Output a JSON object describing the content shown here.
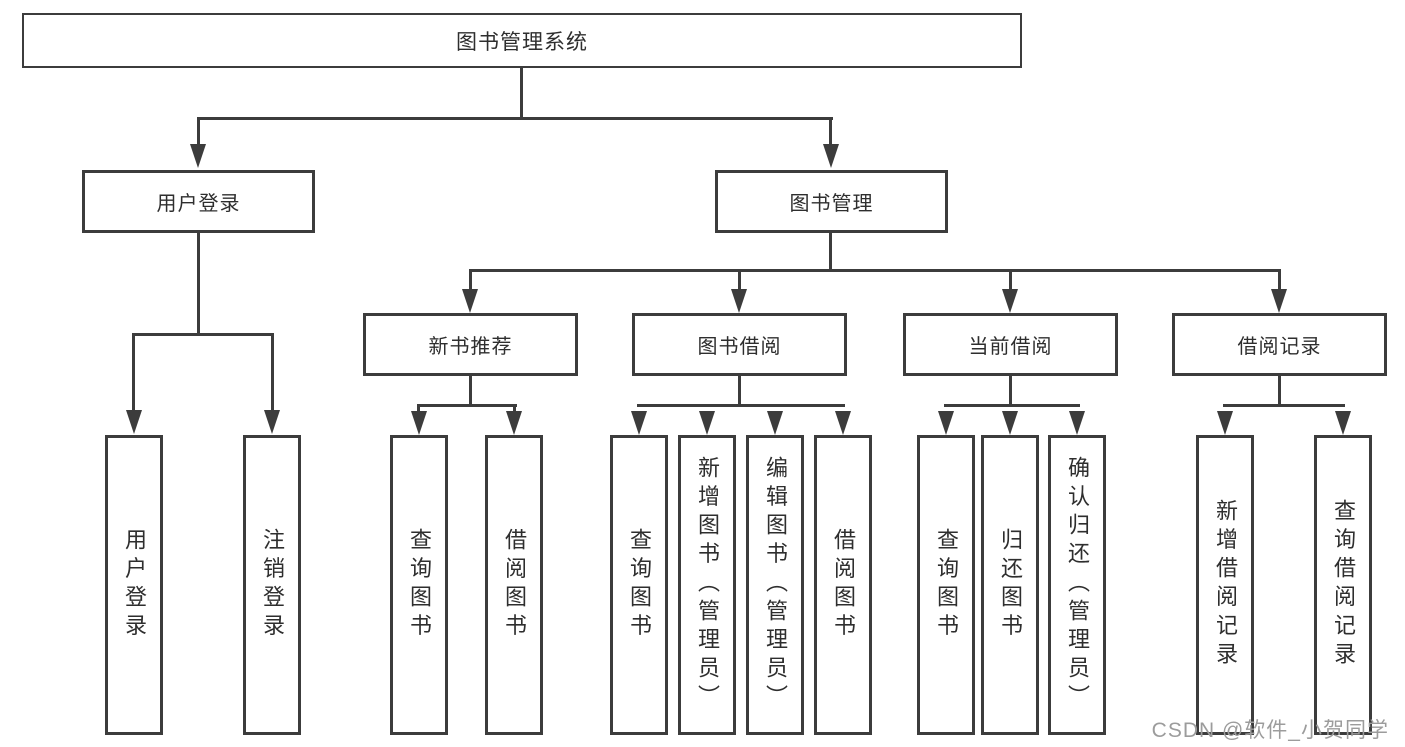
{
  "colors": {
    "line": "#3c3c3c",
    "text": "#2e2e2e",
    "watermark": "#9c9c9c",
    "background": "#ffffff"
  },
  "nodes": {
    "root": "图书管理系统",
    "user_login": "用户登录",
    "book_management": "图书管理",
    "new_book_recommend": "新书推荐",
    "book_borrow": "图书借阅",
    "current_borrow": "当前借阅",
    "borrow_records": "借阅记录",
    "leaf_user_login": "用户登录",
    "leaf_logout": "注销登录",
    "leaf_rec_query_books": "查询图书",
    "leaf_rec_borrow_books": "借阅图书",
    "leaf_bb_query_books": "查询图书",
    "leaf_bb_add_books": "新增图书（管理员）",
    "leaf_bb_edit_books": "编辑图书（管理员）",
    "leaf_bb_borrow_books": "借阅图书",
    "leaf_cb_query_books": "查询图书",
    "leaf_cb_return_books": "归还图书",
    "leaf_cb_confirm_return": "确认归还（管理员）",
    "leaf_br_add_record": "新增借阅记录",
    "leaf_br_query_record": "查询借阅记录"
  },
  "watermark": "CSDN @软件_小贺同学"
}
